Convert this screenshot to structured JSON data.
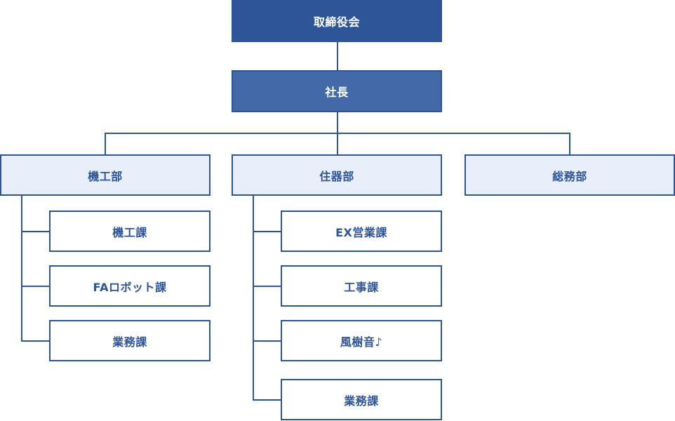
{
  "colors": {
    "primary": "#2e5597",
    "secondary": "#4369a8",
    "department_fill": "#e8effb",
    "section_fill": "#ffffff",
    "line": "#2e5597"
  },
  "org": {
    "board": "取締役会",
    "ceo": "社長",
    "departments": [
      {
        "name": "機工部",
        "sections": [
          "機工課",
          "FAロボット課",
          "業務課"
        ]
      },
      {
        "name": "住器部",
        "sections": [
          "EX営業課",
          "工事課",
          "風樹音♪",
          "業務課"
        ]
      },
      {
        "name": "総務部",
        "sections": []
      }
    ]
  }
}
